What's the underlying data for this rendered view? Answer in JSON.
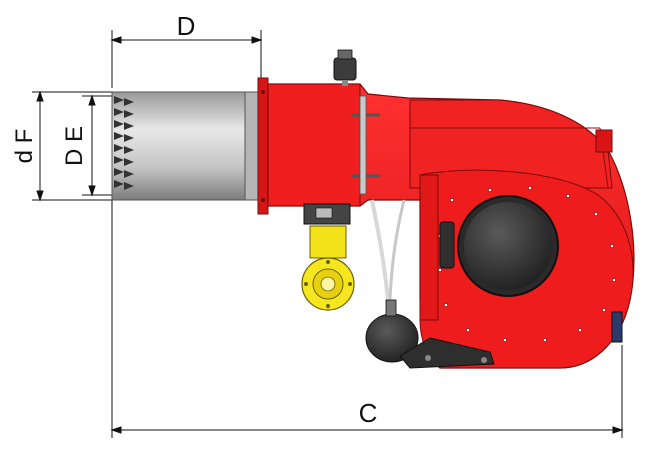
{
  "dimensions": {
    "top_label": "D",
    "bottom_label": "C",
    "left_outer_label": "d F",
    "left_inner_label": "D E"
  },
  "colors": {
    "body": "#ee1c1c",
    "body_shadow": "#b01010",
    "tube_light": "#e4e4e4",
    "tube_dark": "#8a8a8a",
    "motor": "#3a3a3a",
    "valve": "#f2e21a",
    "line": "#111111"
  }
}
